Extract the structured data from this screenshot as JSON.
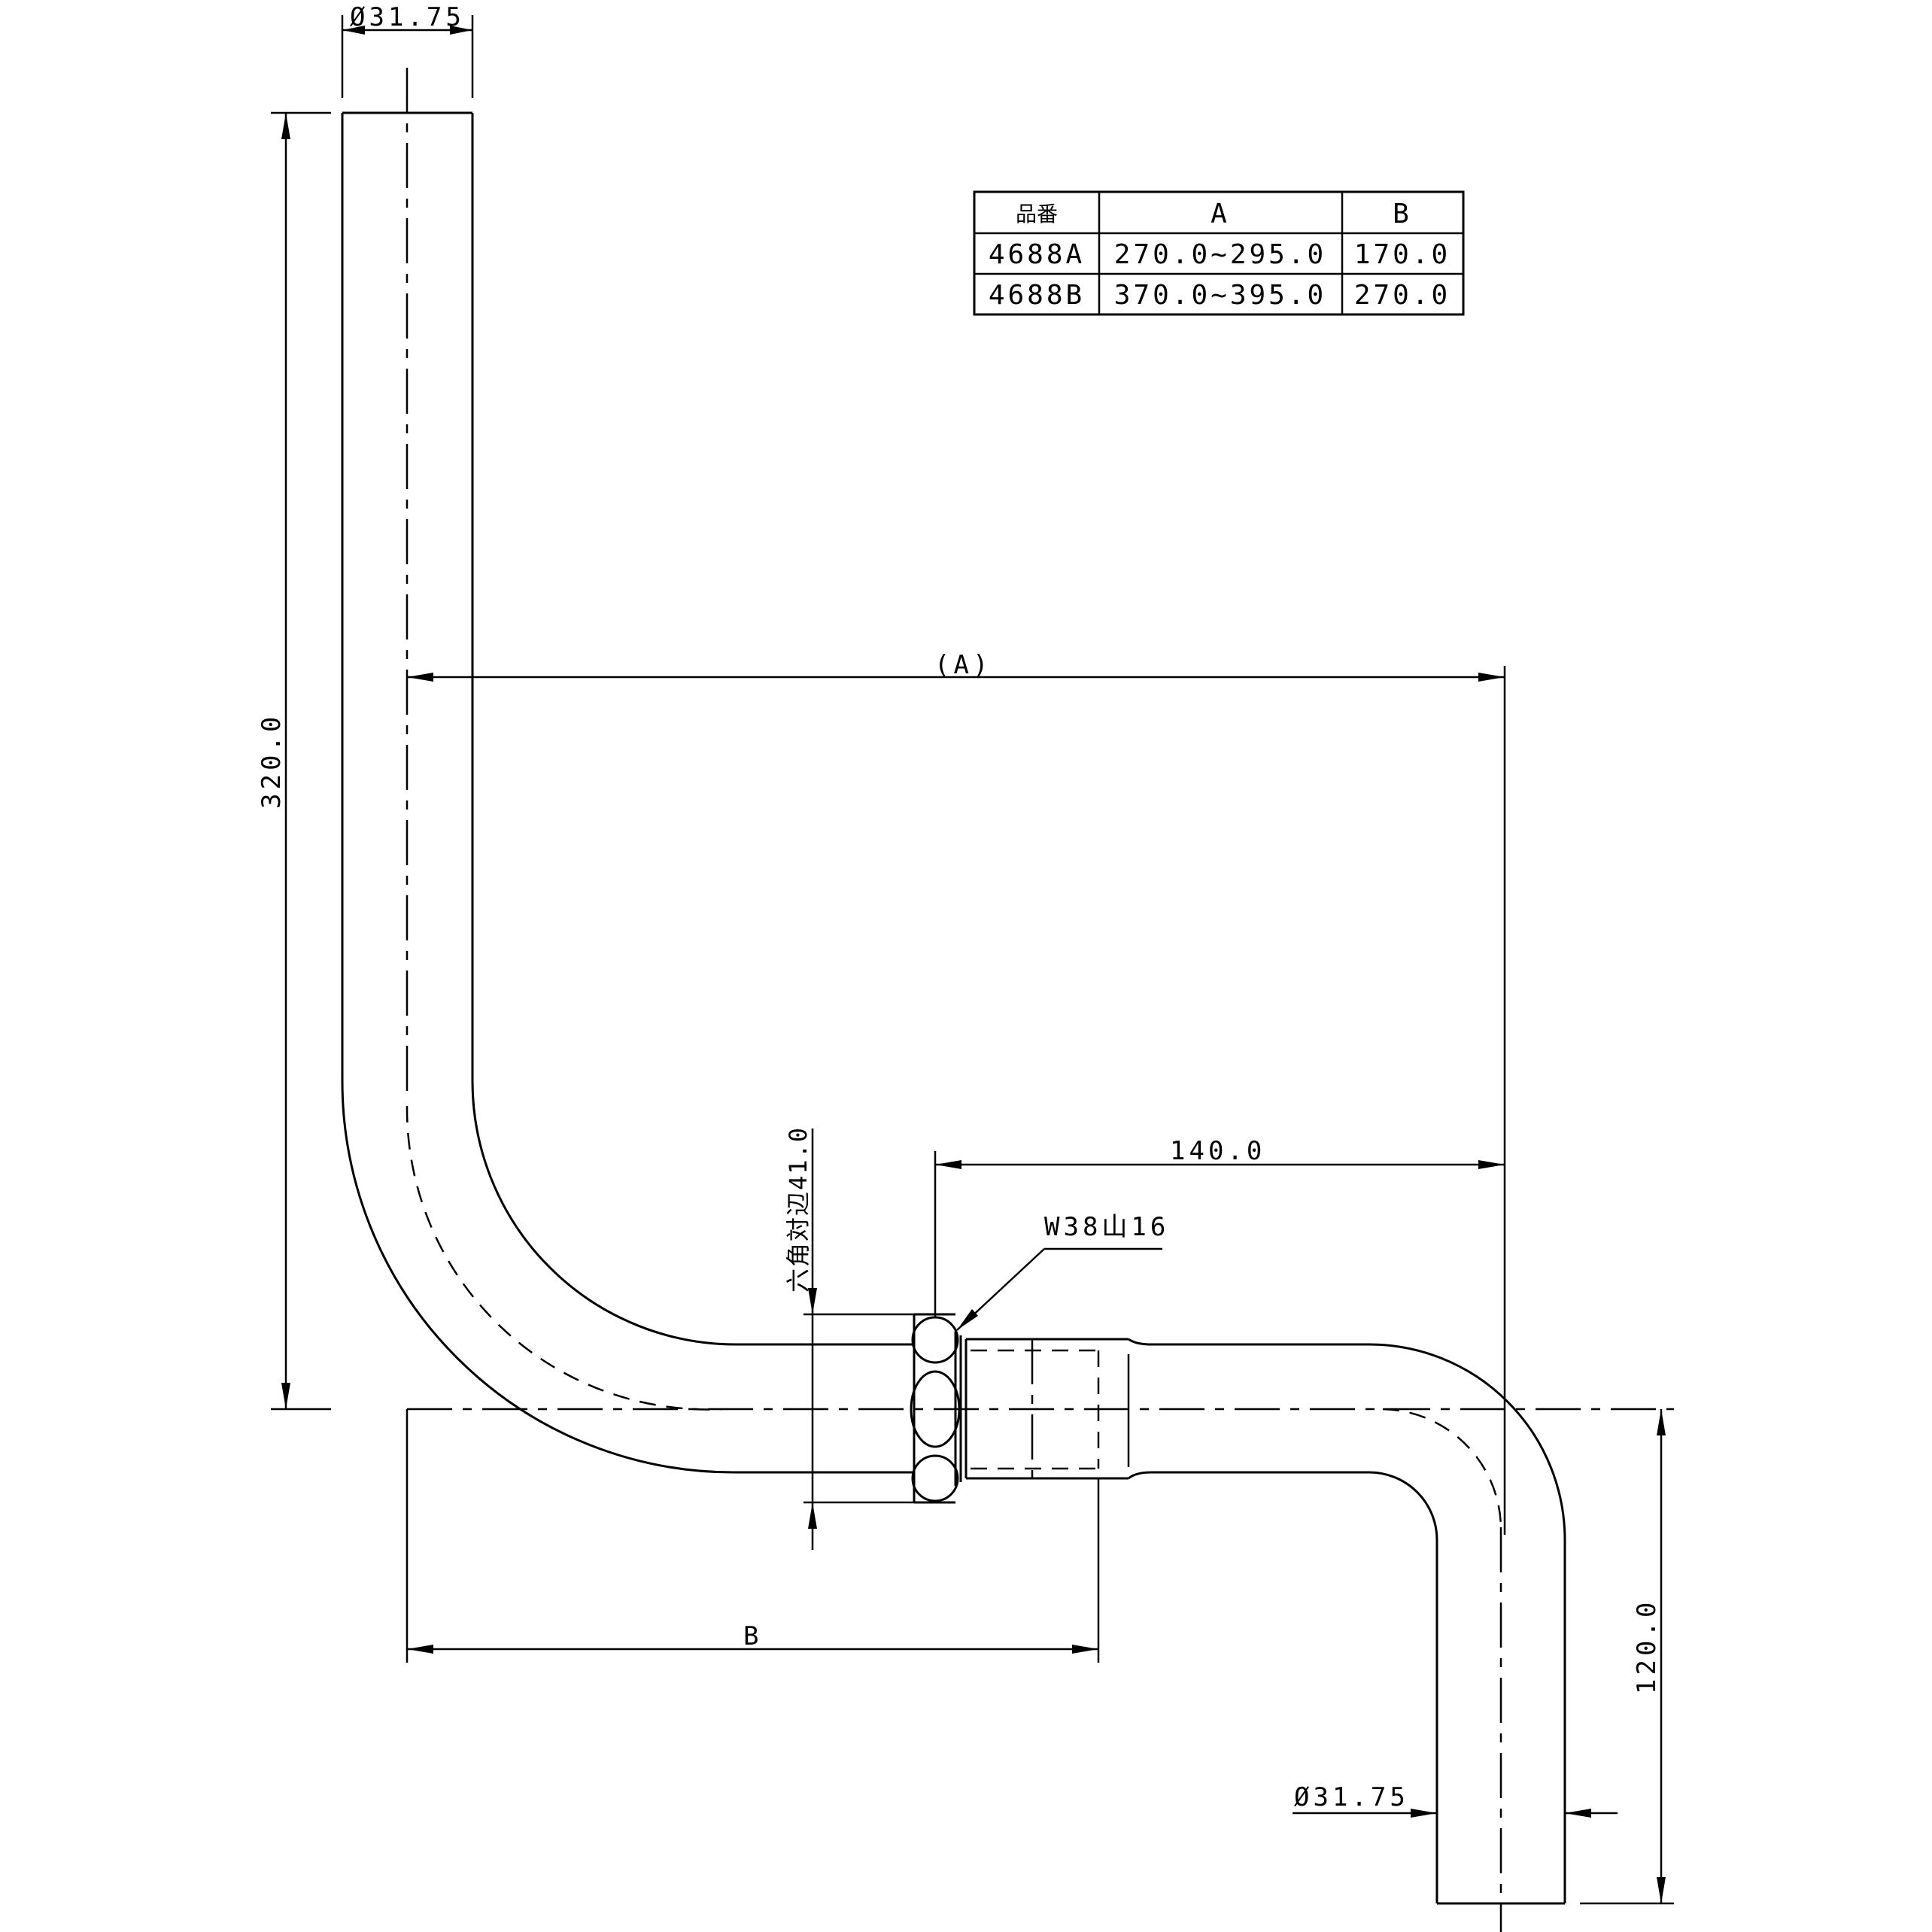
{
  "dimensions": {
    "top_diameter": "Ø31.75",
    "bottom_diameter": "Ø31.75",
    "height_left": "320.0",
    "span_a": "(A)",
    "offset": "140.0",
    "thread": "W38山16",
    "hex": "六角対辺41.0",
    "span_b": "B",
    "height_right": "120.0"
  },
  "table": {
    "headers": [
      "品番",
      "A",
      "B"
    ],
    "rows": [
      [
        "4688A",
        "270.0~295.0",
        "170.0"
      ],
      [
        "4688B",
        "370.0~395.0",
        "270.0"
      ]
    ]
  }
}
